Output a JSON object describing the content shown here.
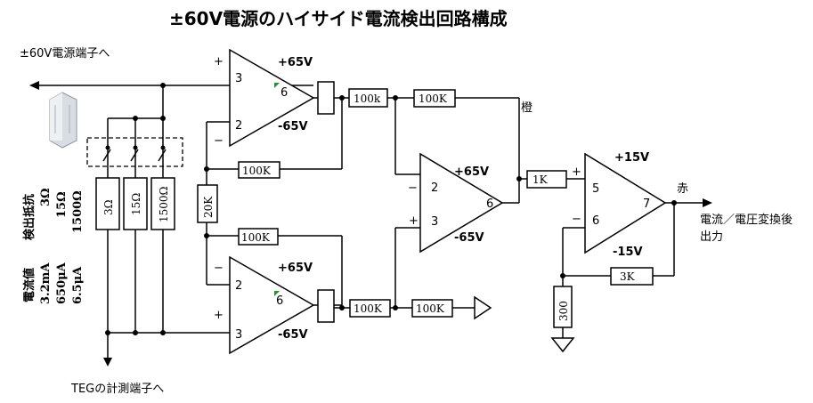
{
  "title": "±60V電源のハイサイド電流検出回路構成",
  "terminals": {
    "power": "±60V電源端子へ",
    "teg": "TEGの計測端子へ",
    "output": "電流／電圧変換後",
    "output2": "出力"
  },
  "side_labels": {
    "res_header": "検出抵抗",
    "res_values": [
      "3Ω",
      "15Ω",
      "1500Ω"
    ],
    "cur_header": "電流値",
    "cur_values": [
      "3.2mA",
      "650μA",
      "6.5μA"
    ]
  },
  "shunts": [
    "3Ω",
    "15Ω",
    "1500Ω"
  ],
  "resistors": {
    "r20k": "20K",
    "r100k_a": "100k",
    "r100k_b": "100K",
    "r100k_fb1": "100K",
    "r100k_fb2": "100K",
    "r100k_c": "100K",
    "r100k_d": "100K",
    "r1k": "1K",
    "r3k": "3K",
    "r300": "300"
  },
  "opamps": {
    "a1": {
      "rail_pos": "+65V",
      "rail_neg": "-65V",
      "pin_in_pos": "3",
      "pin_in_neg": "2",
      "pin_out": "6",
      "sign_pos": "+",
      "sign_neg": "−"
    },
    "a2": {
      "rail_pos": "+65V",
      "rail_neg": "-65V",
      "pin_in_pos": "3",
      "pin_in_neg": "2",
      "pin_out": "6",
      "sign_pos": "+",
      "sign_neg": "−"
    },
    "a3": {
      "rail_pos": "+65V",
      "rail_neg": "-65V",
      "pin_in_pos": "3",
      "pin_in_neg": "2",
      "pin_out": "6",
      "sign_pos": "+",
      "sign_neg": "−"
    },
    "a4": {
      "rail_pos": "+15V",
      "rail_neg": "-15V",
      "pin_in_pos": "5",
      "pin_in_neg": "6",
      "pin_out": "7",
      "sign_pos": "+",
      "sign_neg": "−"
    }
  },
  "wire_colors": {
    "orange": "橙",
    "red": "赤"
  }
}
